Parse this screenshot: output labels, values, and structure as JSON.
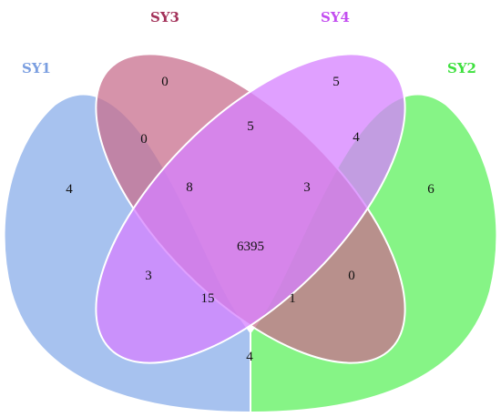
{
  "chart_data": {
    "type": "venn",
    "sets": [
      {
        "id": "SY1",
        "label": "SY1",
        "color": "#6f97e6"
      },
      {
        "id": "SY2",
        "label": "SY2",
        "color": "#22ee22"
      },
      {
        "id": "SY3",
        "label": "SY3",
        "color": "#a3325a"
      },
      {
        "id": "SY4",
        "label": "SY4",
        "color": "#c040ff"
      }
    ],
    "regions": [
      {
        "sets": [
          "SY1"
        ],
        "value": "4"
      },
      {
        "sets": [
          "SY3"
        ],
        "value": "0"
      },
      {
        "sets": [
          "SY4"
        ],
        "value": "5"
      },
      {
        "sets": [
          "SY2"
        ],
        "value": "6"
      },
      {
        "sets": [
          "SY1",
          "SY3"
        ],
        "value": "0"
      },
      {
        "sets": [
          "SY3",
          "SY4"
        ],
        "value": "5"
      },
      {
        "sets": [
          "SY4",
          "SY2"
        ],
        "value": "4"
      },
      {
        "sets": [
          "SY1",
          "SY3",
          "SY4"
        ],
        "value": "8"
      },
      {
        "sets": [
          "SY3",
          "SY4",
          "SY2"
        ],
        "value": "3"
      },
      {
        "sets": [
          "SY1",
          "SY4"
        ],
        "value": "3"
      },
      {
        "sets": [
          "SY1",
          "SY2",
          "SY3",
          "SY4"
        ],
        "value": "6395"
      },
      {
        "sets": [
          "SY3",
          "SY2"
        ],
        "value": "0"
      },
      {
        "sets": [
          "SY1",
          "SY2",
          "SY4"
        ],
        "value": "15"
      },
      {
        "sets": [
          "SY1",
          "SY2",
          "SY3"
        ],
        "value": "1"
      },
      {
        "sets": [
          "SY1",
          "SY2"
        ],
        "value": "4"
      }
    ]
  },
  "colors": {
    "SY1": "#8aaeea",
    "SY2": "#5df05d",
    "SY3": "#c86f8e",
    "SY4": "#d680ff",
    "label_SY1": "#7a9ee0",
    "label_SY2": "#3ee03e",
    "label_SY3": "#a3325a",
    "label_SY4": "#c34df0"
  }
}
